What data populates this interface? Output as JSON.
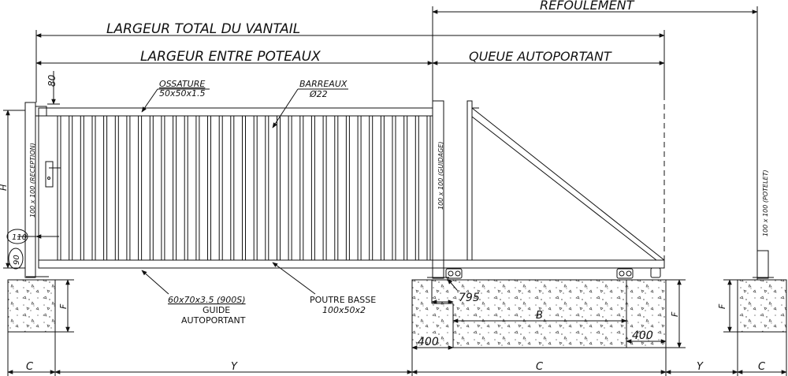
{
  "labels": {
    "refoulement": "REFOULEMENT",
    "largeur_total": "LARGEUR TOTAL DU VANTAIL",
    "largeur_poteaux": "LARGEUR ENTRE POTEAUX",
    "queue": "QUEUE AUTOPORTANT",
    "ossature": "OSSATURE",
    "ossature_dim": "50x50x1.5",
    "barreaux": "BARREAUX",
    "barreaux_dim": "Ø22",
    "reception": "100 x 100 (RECEPTION)",
    "guidage": "100 x 100 (GUIDAGE)",
    "potelet": "100 x 100 (POTELET)",
    "guide_dim": "60x70x3.5 (900S)",
    "guide_1": "GUIDE",
    "guide_2": "AUTOPORTANT",
    "poutre": "POUTRE BASSE",
    "poutre_dim": "100x50x2",
    "dim_80": "80",
    "dim_h": "H",
    "dim_110": "110",
    "dim_90": "90",
    "dim_f": "F",
    "dim_f2": "F",
    "dim_f3": "F",
    "dim_795": "795",
    "dim_b": "B",
    "dim_400a": "400",
    "dim_400b": "400",
    "dim_c1": "C",
    "dim_y1": "Y",
    "dim_c2": "C",
    "dim_y2": "Y",
    "dim_c3": "C"
  },
  "drawing": {
    "bar_count": 33,
    "stroke_color": "#111111"
  }
}
